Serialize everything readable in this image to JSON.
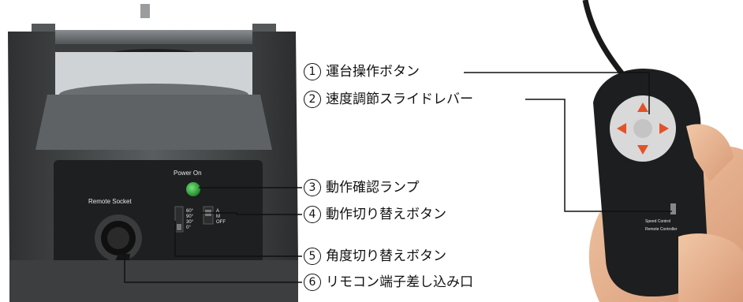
{
  "callouts": [
    {
      "num": "1",
      "label": "運台操作ボタン"
    },
    {
      "num": "2",
      "label": "速度調節スライドレバー"
    },
    {
      "num": "3",
      "label": "動作確認ランプ"
    },
    {
      "num": "4",
      "label": "動作切り替えボタン"
    },
    {
      "num": "5",
      "label": "角度切り替えボタン"
    },
    {
      "num": "6",
      "label": "リモコン端子差し込み口"
    }
  ],
  "device_labels": {
    "power": "Power On",
    "remote_socket": "Remote Socket",
    "angles": [
      "60°",
      "90°",
      "30°",
      "0°"
    ],
    "mode": [
      "A",
      "M",
      "OFF"
    ],
    "remote_text": [
      "Speed Control",
      "Remote Controller"
    ]
  },
  "colors": {
    "body": "#4a4d4e",
    "panel": "#1e1f20",
    "led": "#2fb33a",
    "pad": "#d9d9d9",
    "arrow": "#e2532a"
  }
}
